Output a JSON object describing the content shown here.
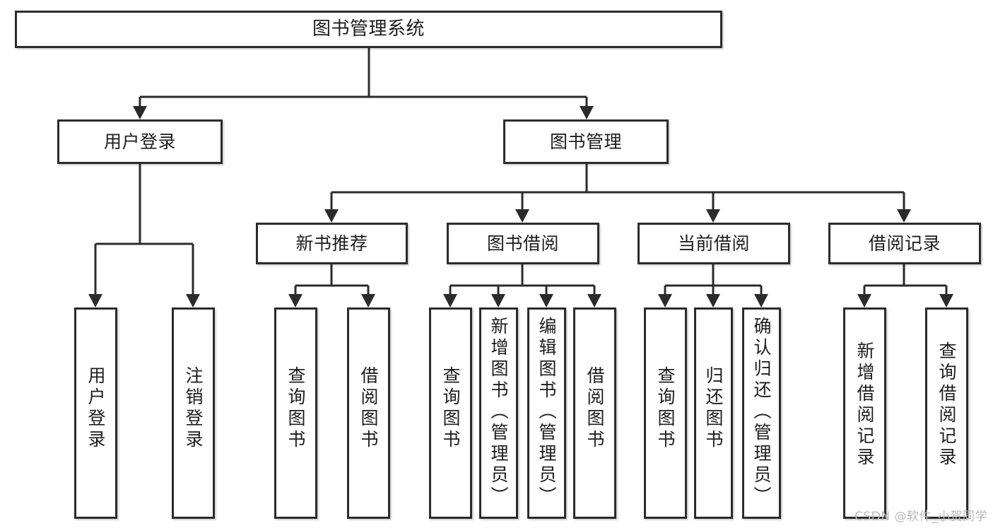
{
  "diagram": {
    "title": "图书管理系统",
    "watermark": "CSDN @软件_小贺同学",
    "line_color": "#2b2b2b",
    "box_fill": "#ffffff",
    "text_color": "#1d1d1d",
    "watermark_color": "#b9b9b9",
    "levels": {
      "root": {
        "label": "图书管理系统"
      },
      "level2": [
        {
          "id": "user-login",
          "label": "用户登录"
        },
        {
          "id": "book-management",
          "label": "图书管理"
        }
      ],
      "level3": [
        {
          "id": "new-book-recommend",
          "label": "新书推荐",
          "parent": "book-management"
        },
        {
          "id": "book-borrow",
          "label": "图书借阅",
          "parent": "book-management"
        },
        {
          "id": "current-borrow",
          "label": "当前借阅",
          "parent": "book-management"
        },
        {
          "id": "borrow-record",
          "label": "借阅记录",
          "parent": "book-management"
        }
      ],
      "leaves": [
        {
          "id": "leaf-user-login",
          "label": "用户登录",
          "parent": "user-login"
        },
        {
          "id": "leaf-logout",
          "label": "注销登录",
          "parent": "user-login"
        },
        {
          "id": "leaf-query-book-1",
          "label": "查询图书",
          "parent": "new-book-recommend"
        },
        {
          "id": "leaf-borrow-book-1",
          "label": "借阅图书",
          "parent": "new-book-recommend"
        },
        {
          "id": "leaf-query-book-2",
          "label": "查询图书",
          "parent": "book-borrow"
        },
        {
          "id": "leaf-add-book",
          "label": "新增图书（管理员）",
          "parent": "book-borrow"
        },
        {
          "id": "leaf-edit-book",
          "label": "编辑图书（管理员）",
          "parent": "book-borrow"
        },
        {
          "id": "leaf-borrow-book-2",
          "label": "借阅图书",
          "parent": "book-borrow"
        },
        {
          "id": "leaf-query-book-3",
          "label": "查询图书",
          "parent": "current-borrow"
        },
        {
          "id": "leaf-return-book",
          "label": "归还图书",
          "parent": "current-borrow"
        },
        {
          "id": "leaf-confirm-return",
          "label": "确认归还（管理员）",
          "parent": "current-borrow"
        },
        {
          "id": "leaf-add-record",
          "label": "新增借阅记录",
          "parent": "borrow-record"
        },
        {
          "id": "leaf-query-record",
          "label": "查询借阅记录",
          "parent": "borrow-record"
        }
      ]
    }
  }
}
